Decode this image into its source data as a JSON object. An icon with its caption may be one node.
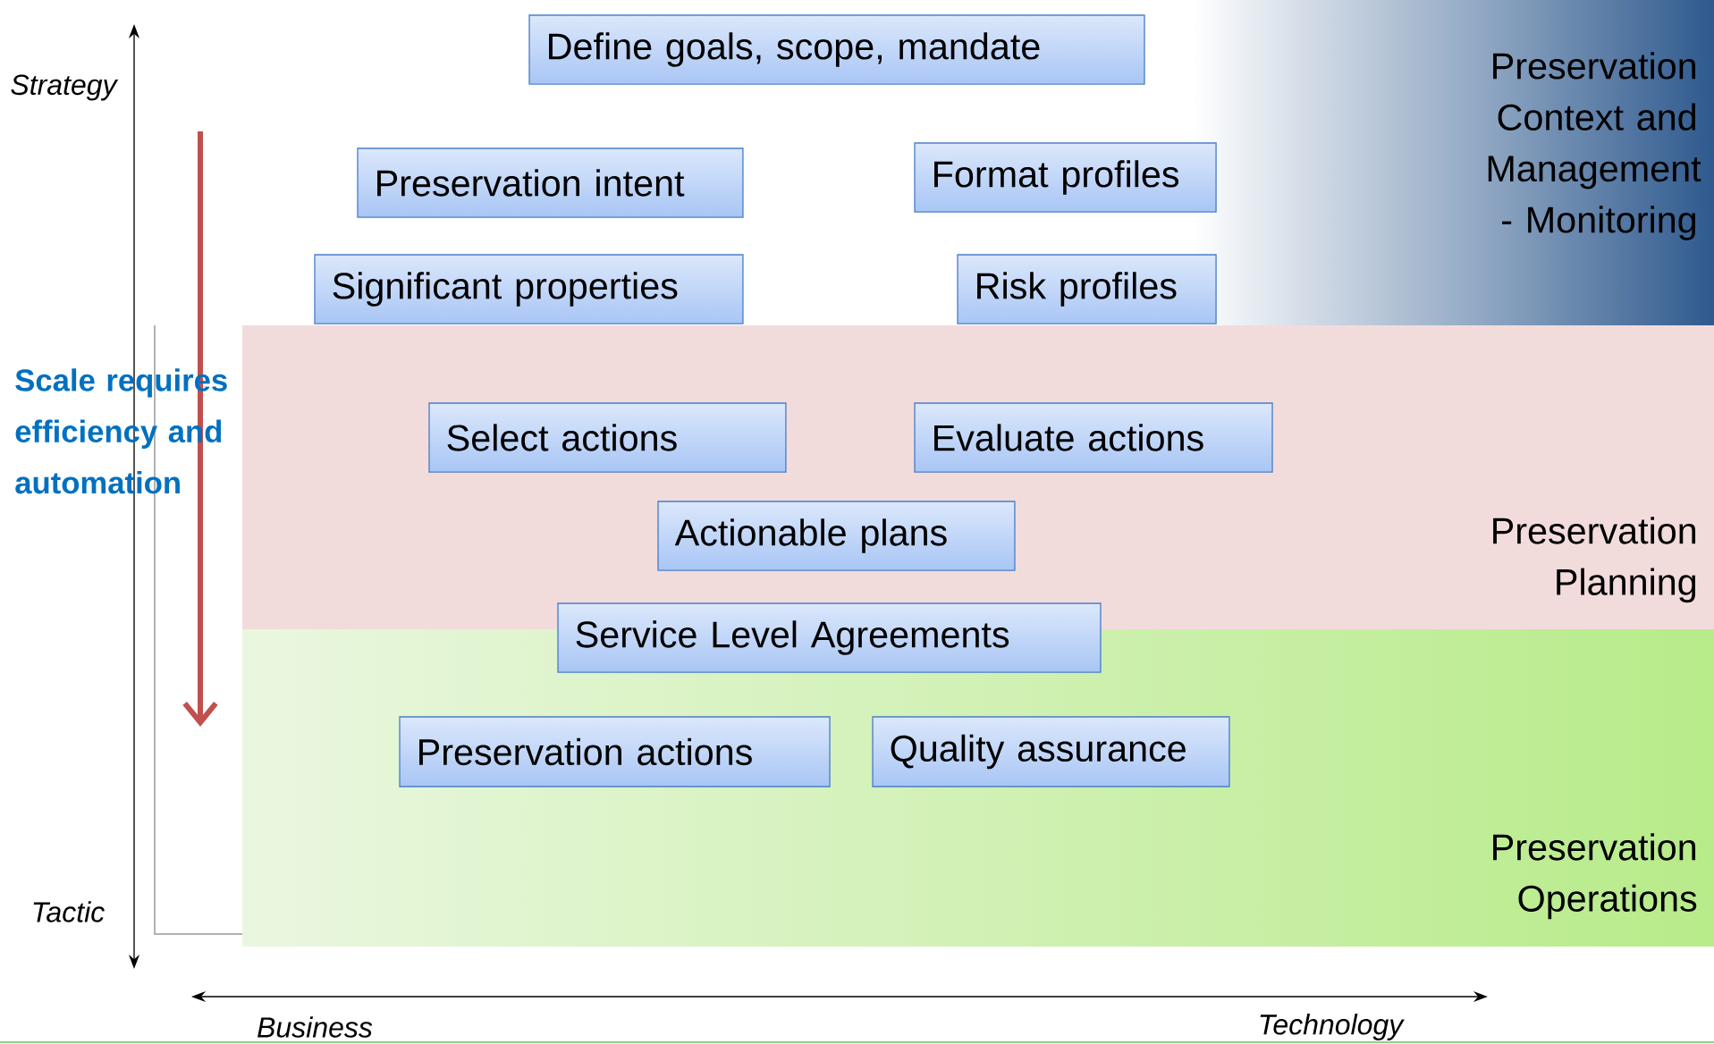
{
  "diagram": {
    "nodes": [
      {
        "text": [
          "Preservation Context and Management - Monitoring"
        ]
      },
      {
        "text": [
          "Define goals, scope, mandate"
        ],
        "in": 0
      },
      {
        "text": [
          "Preservation intent"
        ],
        "in": 0
      },
      {
        "text": [
          "Format profiles"
        ],
        "in": 0
      },
      {
        "text": [
          "Significant properties"
        ],
        "in": 0
      },
      {
        "text": [
          "Risk profiles"
        ],
        "in": 0
      },
      {
        "text": [
          "Preservation Planning"
        ]
      },
      {
        "text": [
          "Select actions"
        ],
        "in": 6
      },
      {
        "text": [
          "Evaluate actions"
        ],
        "in": 6
      },
      {
        "text": [
          "Actionable plans"
        ],
        "in": 6
      },
      {
        "text": [
          "Service Level Agreements"
        ]
      },
      {
        "text": [
          "Preservation Operations"
        ]
      },
      {
        "text": [
          "Preservation actions"
        ],
        "in": 11
      },
      {
        "text": [
          "Quality assurance"
        ],
        "in": 11
      }
    ],
    "labels": [
      "Strategy",
      "Scale requires efficiency and automation",
      "Tactic",
      "Business",
      "Technology"
    ]
  }
}
